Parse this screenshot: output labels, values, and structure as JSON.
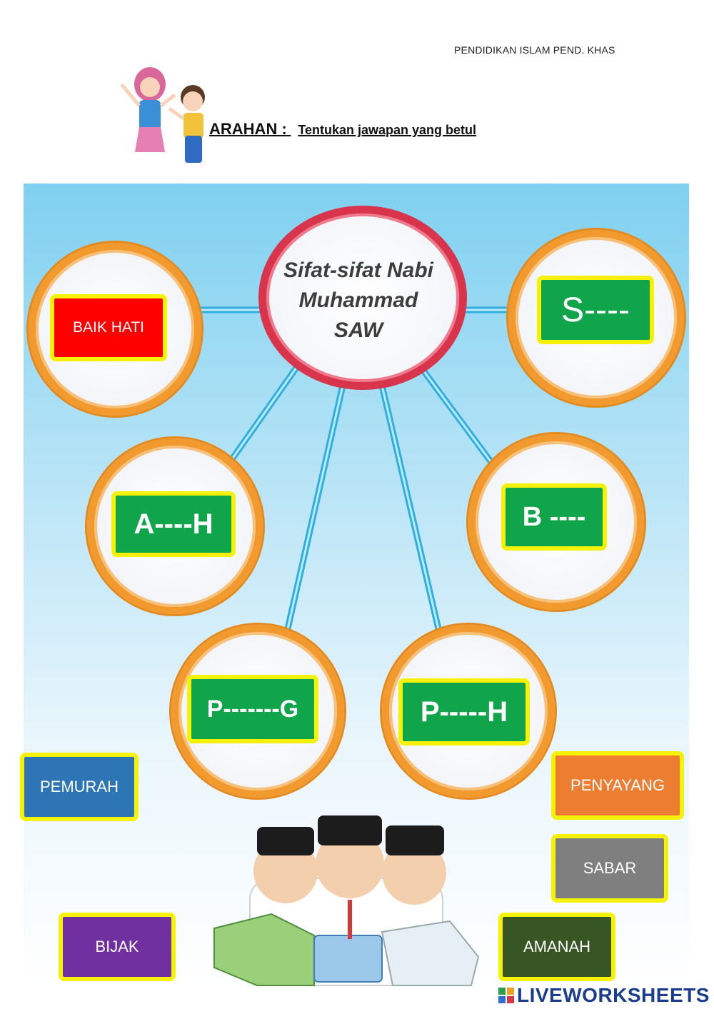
{
  "header": {
    "subject": "PENDIDIKAN ISLAM PEND. KHAS",
    "instruction_label": "ARAHAN :",
    "instruction_text": "Tentukan jawapan yang betul"
  },
  "diagram": {
    "center_title_lines": [
      "Sifat-sifat Nabi",
      "Muhammad",
      "SAW"
    ],
    "slots": [
      {
        "id": "slot-1",
        "text": "BAIK HATI",
        "color": "#ff0000"
      },
      {
        "id": "slot-2",
        "text": "S----",
        "color": "#10a54a"
      },
      {
        "id": "slot-3",
        "text": "A----H",
        "color": "#10a54a"
      },
      {
        "id": "slot-4",
        "text": "B ----",
        "color": "#10a54a"
      },
      {
        "id": "slot-5",
        "text": "P-------G",
        "color": "#10a54a"
      },
      {
        "id": "slot-6",
        "text": "P-----H",
        "color": "#10a54a"
      }
    ]
  },
  "answers": [
    {
      "text": "PEMURAH",
      "color": "#2e75b6"
    },
    {
      "text": "PENYAYANG",
      "color": "#ed7d31"
    },
    {
      "text": "SABAR",
      "color": "#7f7f7f"
    },
    {
      "text": "BIJAK",
      "color": "#7030a0"
    },
    {
      "text": "AMANAH",
      "color": "#375623"
    }
  ],
  "footer": {
    "brand": "LIVEWORKSHEETS"
  }
}
